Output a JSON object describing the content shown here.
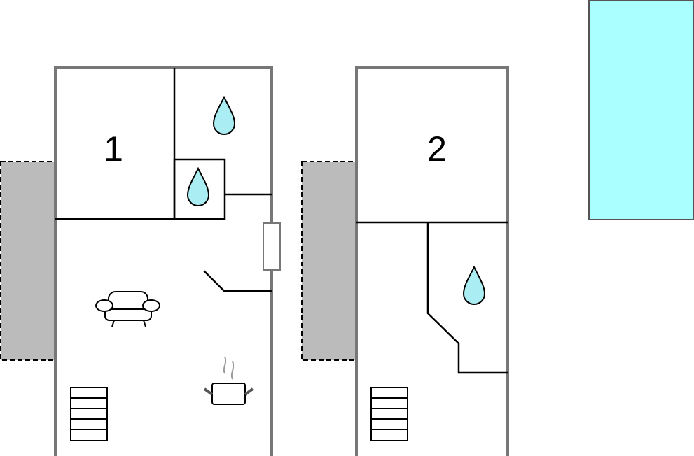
{
  "plan": {
    "units": [
      {
        "label": "1"
      },
      {
        "label": "2"
      }
    ],
    "icons": [
      "water-drop-icon",
      "sofa-icon",
      "cooking-pot-icon",
      "stairs-icon",
      "door-icon",
      "terrace-area",
      "pool-area"
    ]
  },
  "colors": {
    "wall": "#777777",
    "inner_wall": "#000000",
    "terrace": "#bbbbbb",
    "pool": "#aaffff",
    "drop": "#aaeef4"
  }
}
